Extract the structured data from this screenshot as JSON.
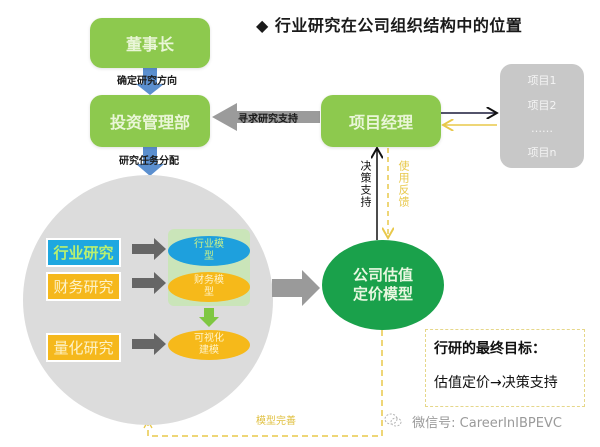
{
  "title": {
    "bullet": "◆",
    "text": "行业研究在公司组织结构中的位置"
  },
  "nodes": {
    "board": "董事长",
    "investment_dept": "投资管理部",
    "project_manager": "项目经理",
    "valuation_model": "公司估值定价模型",
    "valuation_model_lines": [
      "公司估值",
      "定价模型"
    ]
  },
  "edges": {
    "board_to_dept": "确定研究方向",
    "dept_to_research": "研究任务分配",
    "pm_to_dept": "寻求研究支持",
    "decision_support": "决策支持",
    "usage_feedback": "使用反馈",
    "model_improve": "模型完善"
  },
  "projects": [
    "项目1",
    "项目2",
    "……",
    "项目n"
  ],
  "research": {
    "items": [
      {
        "label": "行业研究",
        "model": "行业模型",
        "model_lines": [
          "行业模",
          "型"
        ],
        "color": "blue"
      },
      {
        "label": "财务研究",
        "model": "财务模型",
        "model_lines": [
          "财务模",
          "型"
        ],
        "color": "orange"
      },
      {
        "label": "量化研究",
        "model": "可视化建模",
        "model_lines": [
          "可视化",
          "建模"
        ],
        "color": "orange"
      }
    ]
  },
  "goal": {
    "heading": "行研的最终目标：",
    "text": "估值定价→决策支持"
  },
  "watermark": {
    "icon": "wechat-icon",
    "text": "微信号: CareerInIBPEVC"
  },
  "colors": {
    "green_box": "#8dc94e",
    "dark_green": "#1aa14b",
    "blue": "#1ea7e0",
    "orange": "#f5b81c",
    "gray_circle": "#dcdcdc",
    "arrow_blue": "#5b8fcf",
    "arrow_gray": "#7f7f7f",
    "dashed_yellow": "#e8c84a"
  }
}
